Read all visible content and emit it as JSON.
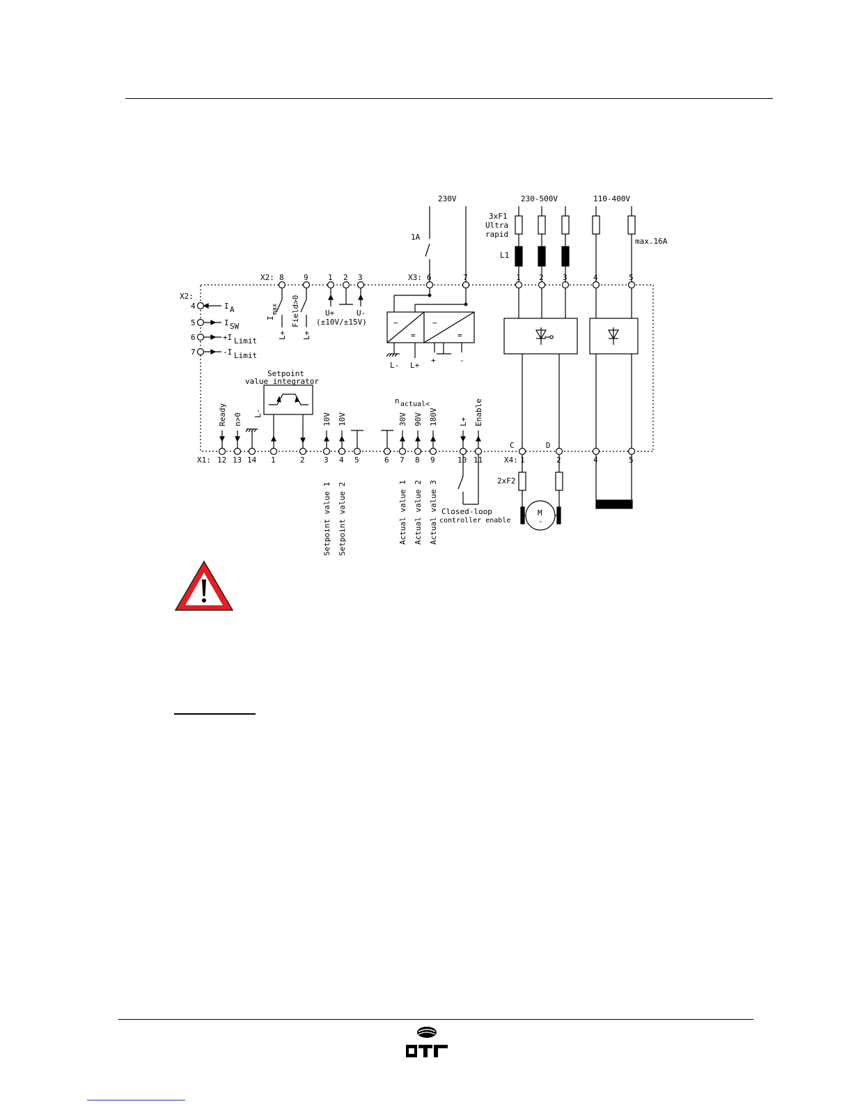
{
  "supply": {
    "v230": "230V",
    "v230_500": "230-500V",
    "v110_400": "110-400V",
    "fuse_f1": "3xF1",
    "fuse_f1_type_1": "Ultra",
    "fuse_f1_type_2": "rapid",
    "reactor": "L1",
    "max_current": "max.16A",
    "relay": "1A"
  },
  "x2_top": {
    "label": "X2:",
    "terminals": [
      "8",
      "9",
      "1",
      "2",
      "3"
    ],
    "imax": "I",
    "imax_sub": "max",
    "field": "Field>0",
    "lplus": "L+",
    "u_plus": "U+",
    "u_minus": "U-",
    "voltage_range": "(±10V/±15V)"
  },
  "x3": {
    "label": "X3:",
    "terminals": [
      "6",
      "7"
    ],
    "lminus": "L-",
    "lplus": "L+",
    "plus": "+",
    "minus": "-",
    "ac": "~",
    "dc": "="
  },
  "power_terminals": [
    "1",
    "2",
    "3",
    "4",
    "5"
  ],
  "x2_left": {
    "label": "X2:",
    "rows": [
      {
        "num": "4",
        "main": "I",
        "sub": "A"
      },
      {
        "num": "5",
        "main": "I",
        "sub": "SW"
      },
      {
        "num": "6",
        "main": "+I",
        "sub": "Limit"
      },
      {
        "num": "7",
        "main": "-I",
        "sub": "Limit"
      }
    ]
  },
  "integrator": {
    "line1": "Setpoint",
    "line2": "value integrator"
  },
  "x1": {
    "label": "X1:",
    "terminals": [
      "12",
      "13",
      "14",
      "1",
      "2",
      "3",
      "4",
      "5",
      "6",
      "7",
      "8",
      "9",
      "10",
      "11"
    ],
    "ready": "Ready",
    "n_gt_0": "n>0",
    "lminus": "L-",
    "v10_a": "10V",
    "v10_b": "10V",
    "v30": "30V",
    "v90": "90V",
    "v180": "180V",
    "lplus": "L+",
    "enable": "Enable",
    "n_actual": "n",
    "n_actual_sub": "actual<",
    "setpoint_1": "Setpoint value 1",
    "setpoint_2": "Setpoint value 2",
    "actual_1": "Actual value 1",
    "actual_2": "Actual value 2",
    "actual_3": "Actual value 3",
    "cl_line1": "Closed-loop",
    "cl_line2": "controller enable"
  },
  "x4": {
    "label": "X4:",
    "terminals": [
      "1",
      "2",
      "4",
      "5"
    ],
    "c": "C",
    "d": "D",
    "fuse_f2": "2xF2",
    "motor": "M",
    "motor_sub": "-"
  },
  "colors": {
    "warning_red": "#e31e24",
    "line": "#000000"
  }
}
